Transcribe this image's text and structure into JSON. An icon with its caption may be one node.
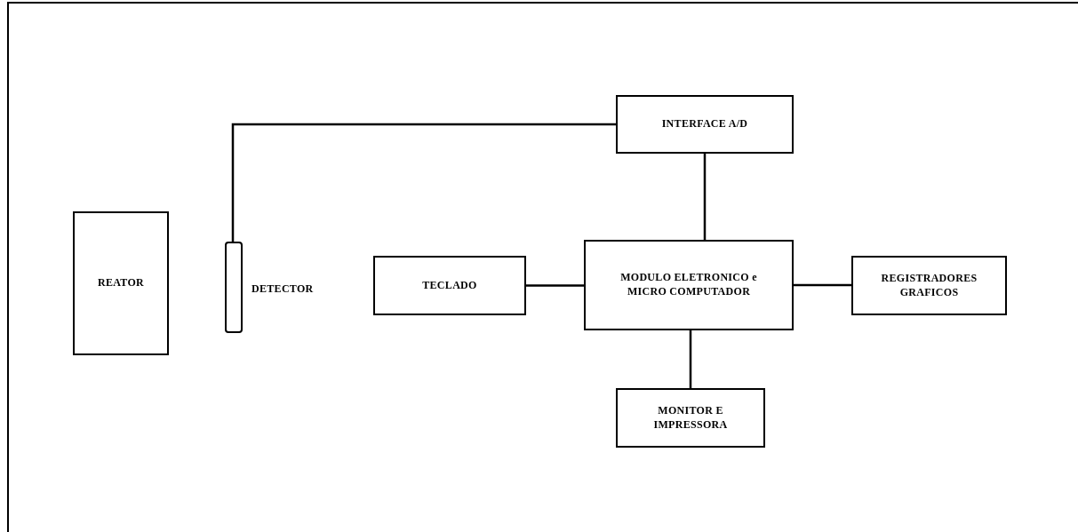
{
  "diagram": {
    "nodes": [
      {
        "text": [
          "REATOR"
        ]
      },
      {
        "text": [],
        "shape": "bar",
        "beside": [
          "DETECTOR"
        ]
      },
      {
        "text": [
          "INTERFACE A/D"
        ]
      },
      {
        "text": [
          "TECLADO"
        ]
      },
      {
        "text": [
          "MODULO ELETRONICO e MICRO COMPUTADOR"
        ]
      },
      {
        "text": [
          "REGISTRADORES GRAFICOS"
        ]
      },
      {
        "text": [
          "MONITOR E IMPRESSORA"
        ]
      }
    ],
    "edges": [
      {
        "from": 1,
        "to": 2,
        "arrow": "none"
      },
      {
        "from": 2,
        "to": 4,
        "arrow": "none"
      },
      {
        "from": 3,
        "to": 4,
        "arrow": "none"
      },
      {
        "from": 4,
        "to": 5,
        "arrow": "none"
      },
      {
        "from": 4,
        "to": 6,
        "arrow": "none"
      }
    ]
  }
}
